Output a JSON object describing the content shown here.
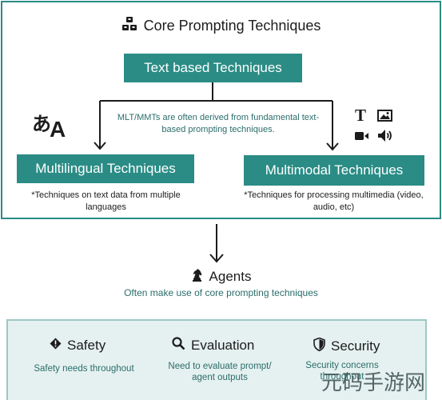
{
  "core": {
    "title": "Core Prompting Techniques",
    "icon": "cubes-icon",
    "text_based": "Text based Techniques",
    "derived_note": "MLT/MMTs are often derived from fundamental text-based prompting techniques.",
    "multilingual": {
      "label": "Multilingual Techniques",
      "note": "*Techniques on text data from multiple languages",
      "icon": "language-translate-icon",
      "glyph_native": "あ",
      "glyph_latin": "A"
    },
    "multimodal": {
      "label": "Multimodal Techniques",
      "note": "*Techniques for processing multimedia (video, audio, etc)",
      "icons": [
        "text-icon",
        "image-icon",
        "video-icon",
        "audio-icon"
      ],
      "text_glyph": "T"
    }
  },
  "agents": {
    "title": "Agents",
    "icon": "chess-knight-icon",
    "subtitle": "Often make use of core prompting techniques"
  },
  "pillars": {
    "safety": {
      "title": "Safety",
      "icon": "warning-diamond-icon",
      "desc": "Safety needs throughout"
    },
    "evaluation": {
      "title": "Evaluation",
      "icon": "search-icon",
      "desc": "Need to evaluate prompt/ agent outputs"
    },
    "security": {
      "title": "Security",
      "icon": "shield-icon",
      "desc": "Security concerns throughout"
    }
  },
  "watermark": "元码手游网",
  "colors": {
    "accent": "#2a8c85",
    "panel_bg": "#e5f1f0",
    "note_text": "#2a6d6a"
  }
}
